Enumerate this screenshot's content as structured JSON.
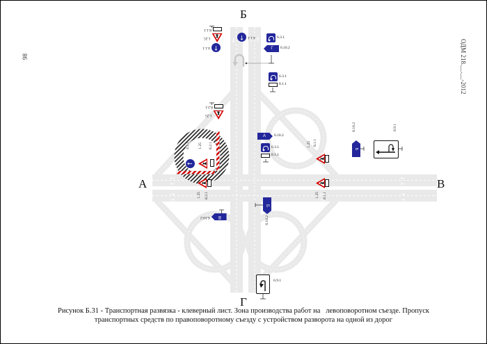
{
  "page": {
    "page_number": "98",
    "doc_ref": "ОДМ 218.__.__-2012",
    "caption_line1": "Рисунок Б.31 - Транспортная развязка - клеверный лист. Зона производства работ на   левоповоротном съезде. Пропуск",
    "caption_line2": "транспортных средств по правоповоротному съезду с устройством разворота на одной из дорог"
  },
  "directions": {
    "top": "Б",
    "left": "А",
    "right": "В",
    "bottom": "Г"
  },
  "colors": {
    "sign_blue": "#23279b",
    "road_gray": "#e9e9e9",
    "barrier_red": "#d40000",
    "hatch_black": "#222222"
  },
  "signs": {
    "nw": {
      "plate": "8.1.1",
      "tri": "1.25",
      "circle": "4.1.1"
    },
    "top_median": {
      "circle": "4.1.1"
    },
    "ne_top": {
      "uturn": "6.3.1",
      "dir": "6.10.2",
      "dir_letter": "Г"
    },
    "ne_top2": {
      "uturn": "6.3.1",
      "plate": "8.1.1"
    },
    "loop_entry": {
      "plate": "8.2.1",
      "tri": "1.25"
    },
    "loop_inner": {
      "circle": "4.1.1",
      "tri": "1.25",
      "plate": "8.2.1"
    },
    "west": {
      "tri": "1.25",
      "plate": "8.2.1"
    },
    "center": {
      "dir": "6.10.2",
      "dir_letter": "А",
      "uturn": "6.3.1",
      "plate": "8.1.1"
    },
    "ne_ramp": {
      "tri": "1.25",
      "plate": "8.1.1"
    },
    "east": {
      "tri": "1.25",
      "plate": "8.1.1"
    },
    "right_dir": {
      "dir": "6.10.2",
      "dir_letter": "Б"
    },
    "right_scheme": {
      "label": "6.9.1"
    },
    "sw": {
      "dir": "6.10.2",
      "dir_letter": "В"
    },
    "south": {
      "dir": "6.10.2",
      "dir_letter": "Б"
    },
    "bottom_scheme": {
      "label": "6.9.1"
    }
  }
}
